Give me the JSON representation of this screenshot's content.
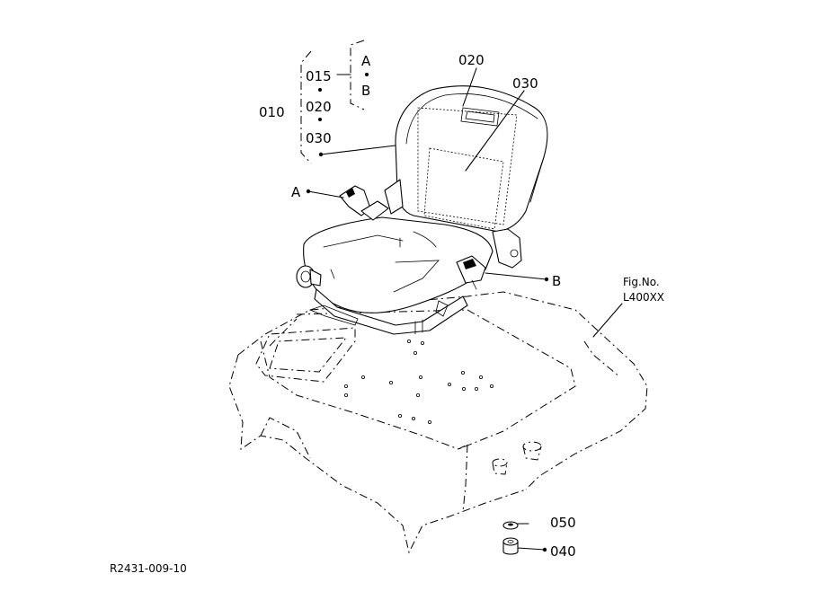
{
  "labels": {
    "p010": "010",
    "p015": "015",
    "p020_list": "020",
    "p030_list": "030",
    "ref_a_top": "A",
    "ref_b_top": "B",
    "p020": "020",
    "p030": "030",
    "ref_a": "A",
    "ref_b": "B",
    "p050": "050",
    "p040": "040",
    "fig_no": "Fig.No.",
    "fig_code": "L400XX",
    "drawing_id": "R2431-009-10"
  }
}
